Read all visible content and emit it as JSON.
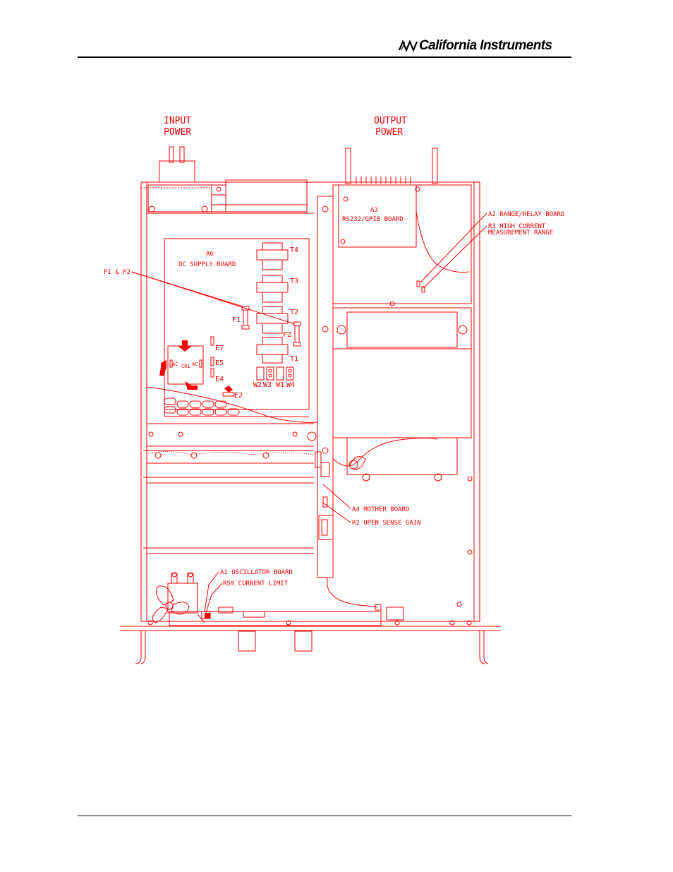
{
  "header": {
    "brand": "California Instruments"
  },
  "diagram": {
    "labels": {
      "input_power_1": "INPUT",
      "input_power_2": "POWER",
      "output_power_1": "OUTPUT",
      "output_power_2": "POWER",
      "a3_1": "A3",
      "a3_2": "RS232/GPIB BOARD",
      "a2": "A2 RANGE/RELAY BOARD",
      "r3_1": "R3 HIGH CURRENT",
      "r3_2": "MEASUREMENT RANGE",
      "a6_1": "A6",
      "a6_2": "DC SUPPLY BOARD",
      "f1f2": "F1 & F2",
      "t4": "T4",
      "t3": "T3",
      "t2": "T2",
      "t1": "T1",
      "f1": "F1",
      "f2": "F2",
      "e7": "E7",
      "e5": "E5",
      "e4": "E4",
      "e2": "E2",
      "ac_left": "AC",
      "cr1": "CR1",
      "ac_right": "AC",
      "w2": "W2",
      "w3": "W3",
      "w1": "W1",
      "w4": "W4",
      "a4": "A4 MOTHER BOARD",
      "r2": "R2 OPEN SENSE GAIN",
      "a1": "A1 OSCILLATOR BOARD",
      "r50": "R50 CURRENT LIMIT"
    }
  }
}
